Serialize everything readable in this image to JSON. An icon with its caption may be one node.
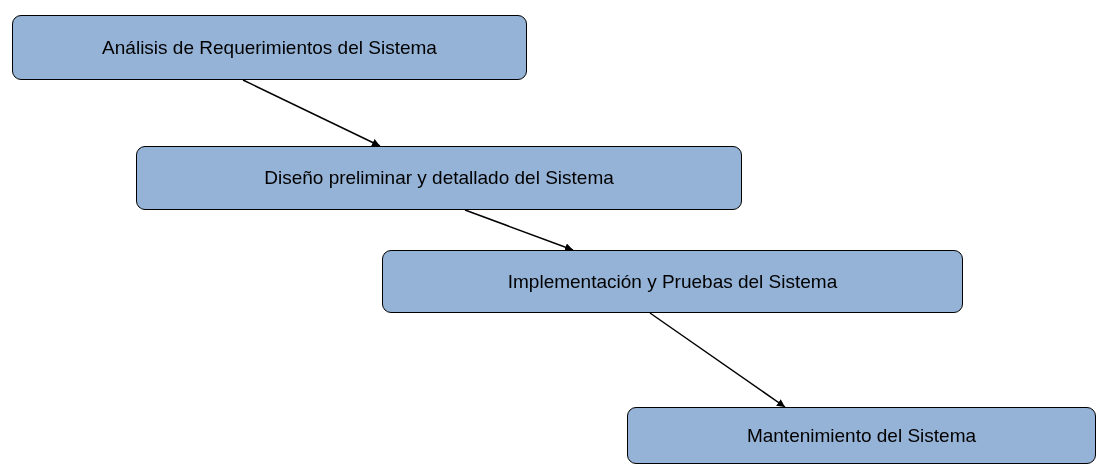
{
  "diagram": {
    "nodes": [
      {
        "text": [
          "Análisis de Requerimientos del Sistema"
        ]
      },
      {
        "text": [
          "Diseño preliminar y detallado del Sistema"
        ]
      },
      {
        "text": [
          "Implementación y Pruebas del Sistema"
        ]
      },
      {
        "text": [
          "Mantenimiento del Sistema"
        ]
      }
    ],
    "edges": [
      {
        "from": 0,
        "to": 1,
        "arrow": "to"
      },
      {
        "from": 1,
        "to": 2,
        "arrow": "to"
      },
      {
        "from": 2,
        "to": 3,
        "arrow": "to"
      }
    ]
  }
}
